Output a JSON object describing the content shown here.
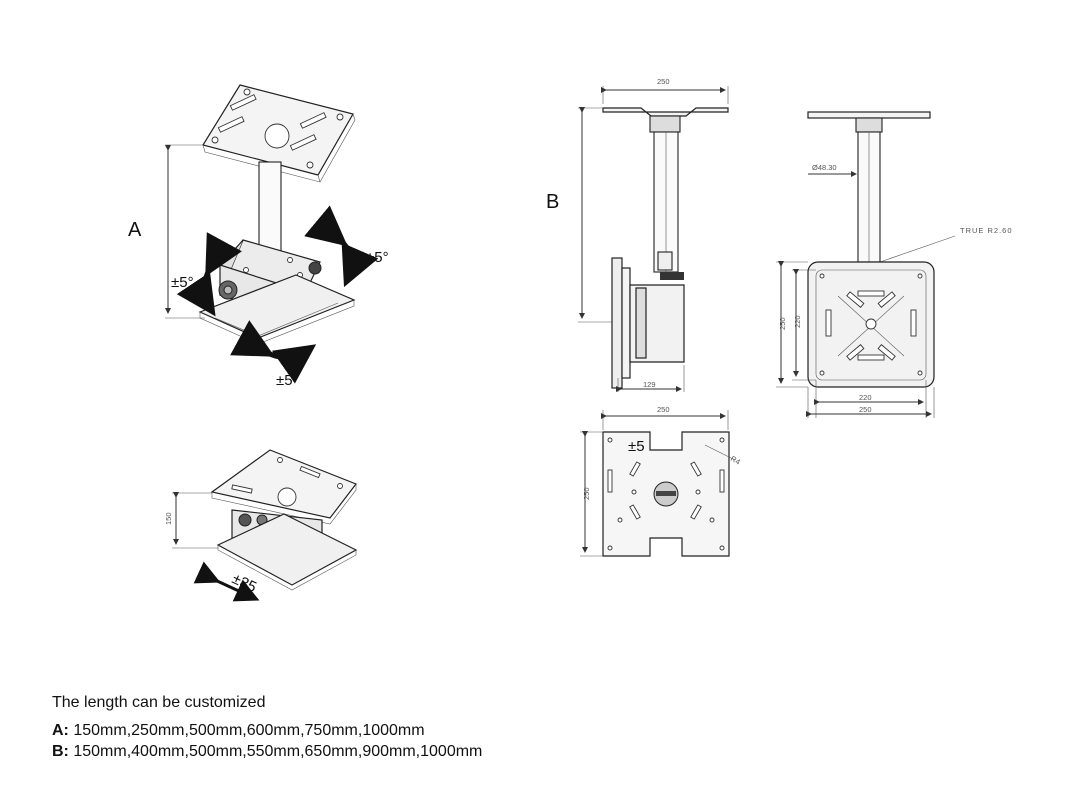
{
  "labels": {
    "view_a": "A",
    "view_b": "B",
    "rot_left": "±5°",
    "rot_right": "±5°",
    "rot_bottom": "±5°",
    "slide": "±35",
    "bottom_rot": "±5"
  },
  "dimensions": {
    "side_top_width": "250",
    "side_base": "129",
    "front_diameter": "Ø48.30",
    "front_radius": "TRUE R2.60",
    "front_h_inner": "220",
    "front_h_outer": "250",
    "front_w_inner": "220",
    "front_w_outer": "250",
    "plate_width": "250",
    "plate_height": "250",
    "plate_radius": "R4",
    "iso_height": "150"
  },
  "notes": {
    "title": "The length can be customized",
    "a_key": "A:",
    "a_values": "150mm,250mm,500mm,600mm,750mm,1000mm",
    "b_key": "B:",
    "b_values": "150mm,400mm,500mm,550mm,650mm,900mm,1000mm"
  }
}
